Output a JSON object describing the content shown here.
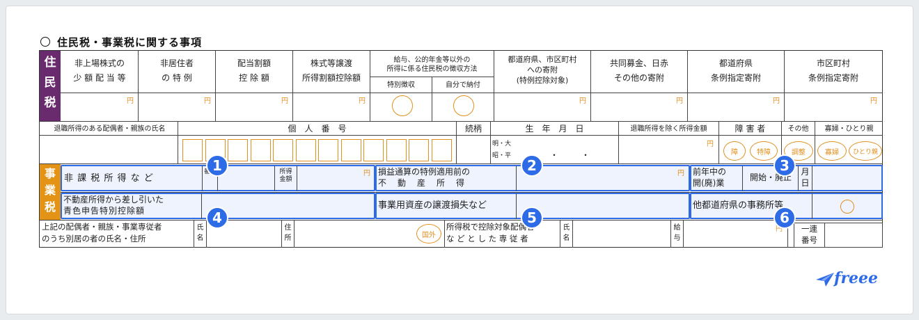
{
  "title": "住民税・事業税に関する事項",
  "brand": {
    "accent": "#2e6be6",
    "orange": "#e09020",
    "resident_color": "#6a2b6e",
    "business_color": "#e39316",
    "logo_text": "freee",
    "logo_icon": "paper-plane-icon"
  },
  "resident_tax": {
    "side_label": [
      "住",
      "民",
      "税"
    ],
    "col1": [
      "非上場株式の",
      "少 額 配 当 等"
    ],
    "col2": [
      "非居住者",
      "の 特 例"
    ],
    "col3": [
      "配当割額",
      "控 除 額"
    ],
    "col4": [
      "株式等譲渡",
      "所得割額控除額"
    ],
    "col5": [
      "給与、公的年金等以外の",
      "所得に係る住民税の徴収方法"
    ],
    "col5a": "特別徴収",
    "col5b": "自分で納付",
    "col6": [
      "都道府県、市区町村",
      "への寄附",
      "(特例控除対象)"
    ],
    "col7": [
      "共同募金、日赤",
      "その他の寄附"
    ],
    "col8": [
      "都道府県",
      "条例指定寄附"
    ],
    "col9": [
      "市区町村",
      "条例指定寄附"
    ],
    "yen": "円"
  },
  "retirement": {
    "name_label": "退職所得のある配偶者・親族の氏名",
    "mynumber_label": "個　人　番　号",
    "relation_label": "続柄",
    "birth_label": "生　年　月　日",
    "income_label": "退職所得を除く所得金額",
    "disabled_label": "障 害 者",
    "other_label": "その他",
    "widow_label": "寡婦・ひとり親",
    "era_1": "明・大",
    "era_2": "昭・平",
    "stamp_1": "障",
    "stamp_2": "特障",
    "stamp_3": "調整",
    "stamp_4": "寡婦",
    "stamp_5": "ひとり親"
  },
  "business_tax": {
    "side_label": [
      "事",
      "業",
      "税"
    ],
    "row1_label": "非 課 税 所 得 な ど",
    "row1_no": "番号",
    "row1_amount": [
      "所得",
      "金額"
    ],
    "row1_mid": [
      "損益通算の特例適用前の",
      "不　動　産　所　得"
    ],
    "row1_right": [
      "前年中の",
      "開(廃)業"
    ],
    "row1_start": "開始・廃止",
    "row1_md": [
      "月",
      "日"
    ],
    "row2_label": [
      "不動産所得から差し引いた",
      "青色申告特別控除額"
    ],
    "row2_mid": "事業用資産の譲渡損失など",
    "row2_right": "他都道府県の事務所等"
  },
  "bottom": {
    "label": [
      "上記の配偶者・親族・事業専従者",
      "のうち別居の者の氏名・住所"
    ],
    "name": [
      "氏",
      "名"
    ],
    "address": [
      "住",
      "所"
    ],
    "stamp": "国外",
    "employee": [
      "所得税で控除対象配偶者",
      "な ど と し た 専 従 者"
    ],
    "name2": [
      "氏",
      "名"
    ],
    "salary": [
      "給",
      "与"
    ],
    "serial": [
      "一連",
      "番号"
    ]
  },
  "badges": [
    "1",
    "2",
    "3",
    "4",
    "5",
    "6"
  ]
}
